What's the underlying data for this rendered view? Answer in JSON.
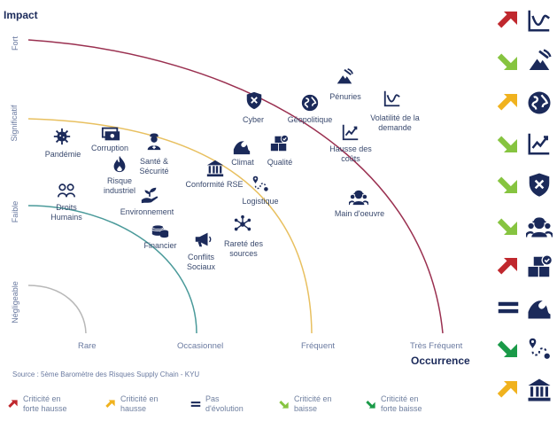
{
  "title": "Impact",
  "x_title": "Occurrence",
  "y_levels": [
    "Fort",
    "Significatif",
    "Faible",
    "Négligeable"
  ],
  "x_levels": [
    "Rare",
    "Occasionnel",
    "Fréquent",
    "Très Fréquent"
  ],
  "source": "Source : 5ème Baromètre des Risques Supply Chain - KYU",
  "colors": {
    "navy": "#1b2a5a",
    "red": "#c0282e",
    "orange": "#f0b21e",
    "green": "#86c440",
    "dkgreen": "#1a9a48",
    "yellow_curve": "#e8c060",
    "teal_curve": "#4a9a9a",
    "gray_curve": "#b8b8b8",
    "maroon_curve": "#9a3050"
  },
  "risks": [
    {
      "label": "Pénuries",
      "icon": "mining-icon"
    },
    {
      "label": "Volatilité de la\ndemande",
      "icon": "demand-curve-icon"
    },
    {
      "label": "Cyber",
      "icon": "shield-x-icon"
    },
    {
      "label": "Géopolitique",
      "icon": "globe-icon"
    },
    {
      "label": "Hausse des\ncoûts",
      "icon": "rising-chart-icon"
    },
    {
      "label": "Pandémie",
      "icon": "virus-icon"
    },
    {
      "label": "Corruption",
      "icon": "money-icon"
    },
    {
      "label": "Santé &\nSécurité",
      "icon": "nurse-icon"
    },
    {
      "label": "Risque\nindustriel",
      "icon": "flame-icon"
    },
    {
      "label": "Climat",
      "icon": "wave-icon"
    },
    {
      "label": "Qualité",
      "icon": "boxes-check-icon"
    },
    {
      "label": "Conformité RSE",
      "icon": "institution-icon"
    },
    {
      "label": "Logistique",
      "icon": "route-icon"
    },
    {
      "label": "Droits\nHumains",
      "icon": "people-icon"
    },
    {
      "label": "Environnement",
      "icon": "plant-hand-icon"
    },
    {
      "label": "Main d'oeuvre",
      "icon": "workers-icon"
    },
    {
      "label": "Financier",
      "icon": "coins-icon"
    },
    {
      "label": "Rareté des\nsources",
      "icon": "network-icon"
    },
    {
      "label": "Conflits\nSociaux",
      "icon": "megaphone-icon"
    }
  ],
  "trend_column": [
    {
      "trend": "Criticité en forte hausse",
      "icon": "demand-curve-icon"
    },
    {
      "trend": "Criticité en baisse",
      "icon": "mining-icon"
    },
    {
      "trend": "Criticité en hausse",
      "icon": "globe-icon"
    },
    {
      "trend": "Criticité en baisse",
      "icon": "rising-chart-icon"
    },
    {
      "trend": "Criticité en baisse",
      "icon": "shield-x-icon"
    },
    {
      "trend": "Criticité en baisse",
      "icon": "workers-icon"
    },
    {
      "trend": "Criticité en forte hausse",
      "icon": "boxes-check-icon"
    },
    {
      "trend": "Pas d'évolution",
      "icon": "wave-icon"
    },
    {
      "trend": "Criticité en forte baisse",
      "icon": "route-icon"
    },
    {
      "trend": "Criticité en hausse",
      "icon": "institution-icon"
    }
  ],
  "legend": [
    {
      "label": "Criticité en\nforte hausse",
      "arrow": "up-strong"
    },
    {
      "label": "Criticité en\nhausse",
      "arrow": "up"
    },
    {
      "label": "Pas\nd'évolution",
      "arrow": "equal"
    },
    {
      "label": "Criticité en\nbaisse",
      "arrow": "down"
    },
    {
      "label": "Criticité en\nforte baisse",
      "arrow": "down-strong"
    }
  ]
}
